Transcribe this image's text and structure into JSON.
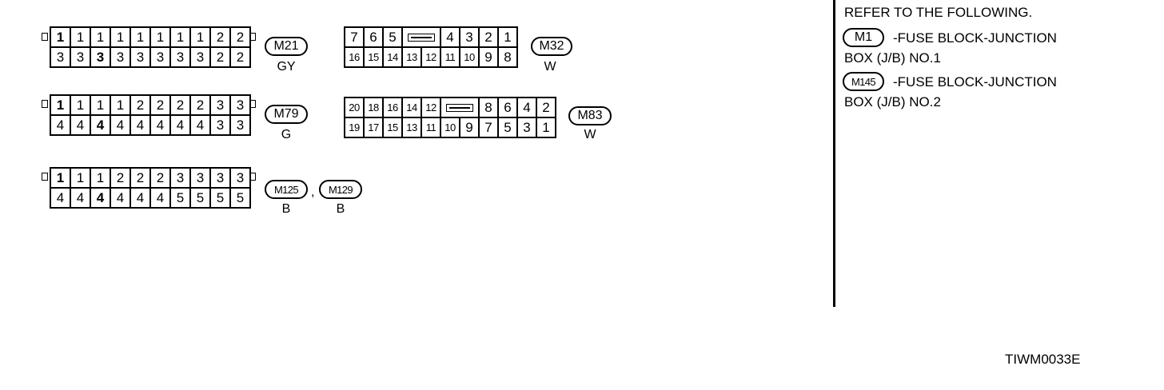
{
  "connectors": {
    "m21": {
      "tag": "M21",
      "color": "GY",
      "top": [
        "1",
        "1",
        "1",
        "1",
        "1",
        "1",
        "1",
        "1",
        "2",
        "2"
      ],
      "bottom": [
        "3",
        "3",
        "3",
        "3",
        "3",
        "3",
        "3",
        "3",
        "2",
        "2"
      ]
    },
    "m79": {
      "tag": "M79",
      "color": "G",
      "top": [
        "1",
        "1",
        "1",
        "1",
        "2",
        "2",
        "2",
        "2",
        "3",
        "3"
      ],
      "bottom": [
        "4",
        "4",
        "4",
        "4",
        "4",
        "4",
        "4",
        "4",
        "3",
        "3"
      ]
    },
    "m125_m129": {
      "tag_a": "M125",
      "tag_b": "M129",
      "separator": ",",
      "color_a": "B",
      "color_b": "B",
      "top": [
        "1",
        "1",
        "1",
        "2",
        "2",
        "2",
        "3",
        "3",
        "3",
        "3"
      ],
      "bottom": [
        "4",
        "4",
        "4",
        "4",
        "4",
        "4",
        "5",
        "5",
        "5",
        "5"
      ]
    },
    "m32": {
      "tag": "M32",
      "color": "W",
      "top_left": [
        "7",
        "6",
        "5"
      ],
      "top_right": [
        "4",
        "3",
        "2",
        "1"
      ],
      "bottom": [
        "16",
        "15",
        "14",
        "13",
        "12",
        "11",
        "10",
        "9",
        "8"
      ]
    },
    "m83": {
      "tag": "M83",
      "color": "W",
      "top_left": [
        "20",
        "18",
        "16",
        "14",
        "12"
      ],
      "top_right": [
        "8",
        "6",
        "4",
        "2"
      ],
      "bottom": [
        "19",
        "17",
        "15",
        "13",
        "11",
        "10",
        "9",
        "7",
        "5",
        "3",
        "1"
      ]
    }
  },
  "notes": {
    "heading": "REFER TO THE FOLLOWING.",
    "items": [
      {
        "tag": "M1",
        "line1": "-FUSE BLOCK-JUNCTION",
        "line2": "BOX (J/B) NO.1"
      },
      {
        "tag": "M145",
        "line1": "-FUSE BLOCK-JUNCTION",
        "line2": "BOX (J/B) NO.2"
      }
    ]
  },
  "footer_code": "TIWM0033E"
}
